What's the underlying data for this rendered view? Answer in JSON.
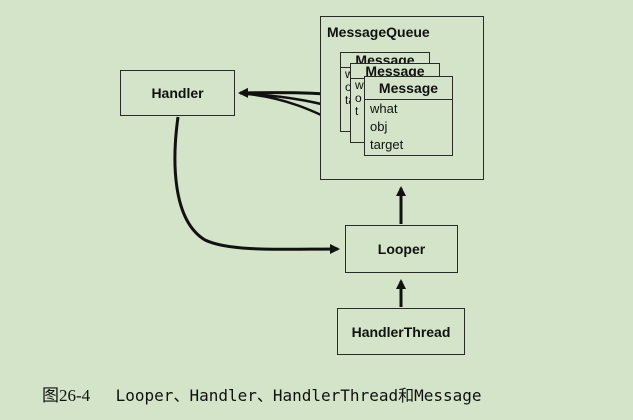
{
  "diagram": {
    "message_queue": {
      "title": "MessageQueue"
    },
    "messages": [
      {
        "title": "Message",
        "fields": [
          "what",
          "obj",
          "target"
        ]
      },
      {
        "title": "Message",
        "fields": [
          "w",
          "o",
          "t"
        ]
      },
      {
        "title": "Message",
        "fields": [
          "what",
          "obj",
          "target"
        ]
      }
    ],
    "handler": {
      "label": "Handler"
    },
    "looper": {
      "label": "Looper"
    },
    "handler_thread": {
      "label": "HandlerThread"
    }
  },
  "caption": {
    "figure_number": "图26-4",
    "text": "Looper、Handler、HandlerThread和Message"
  }
}
